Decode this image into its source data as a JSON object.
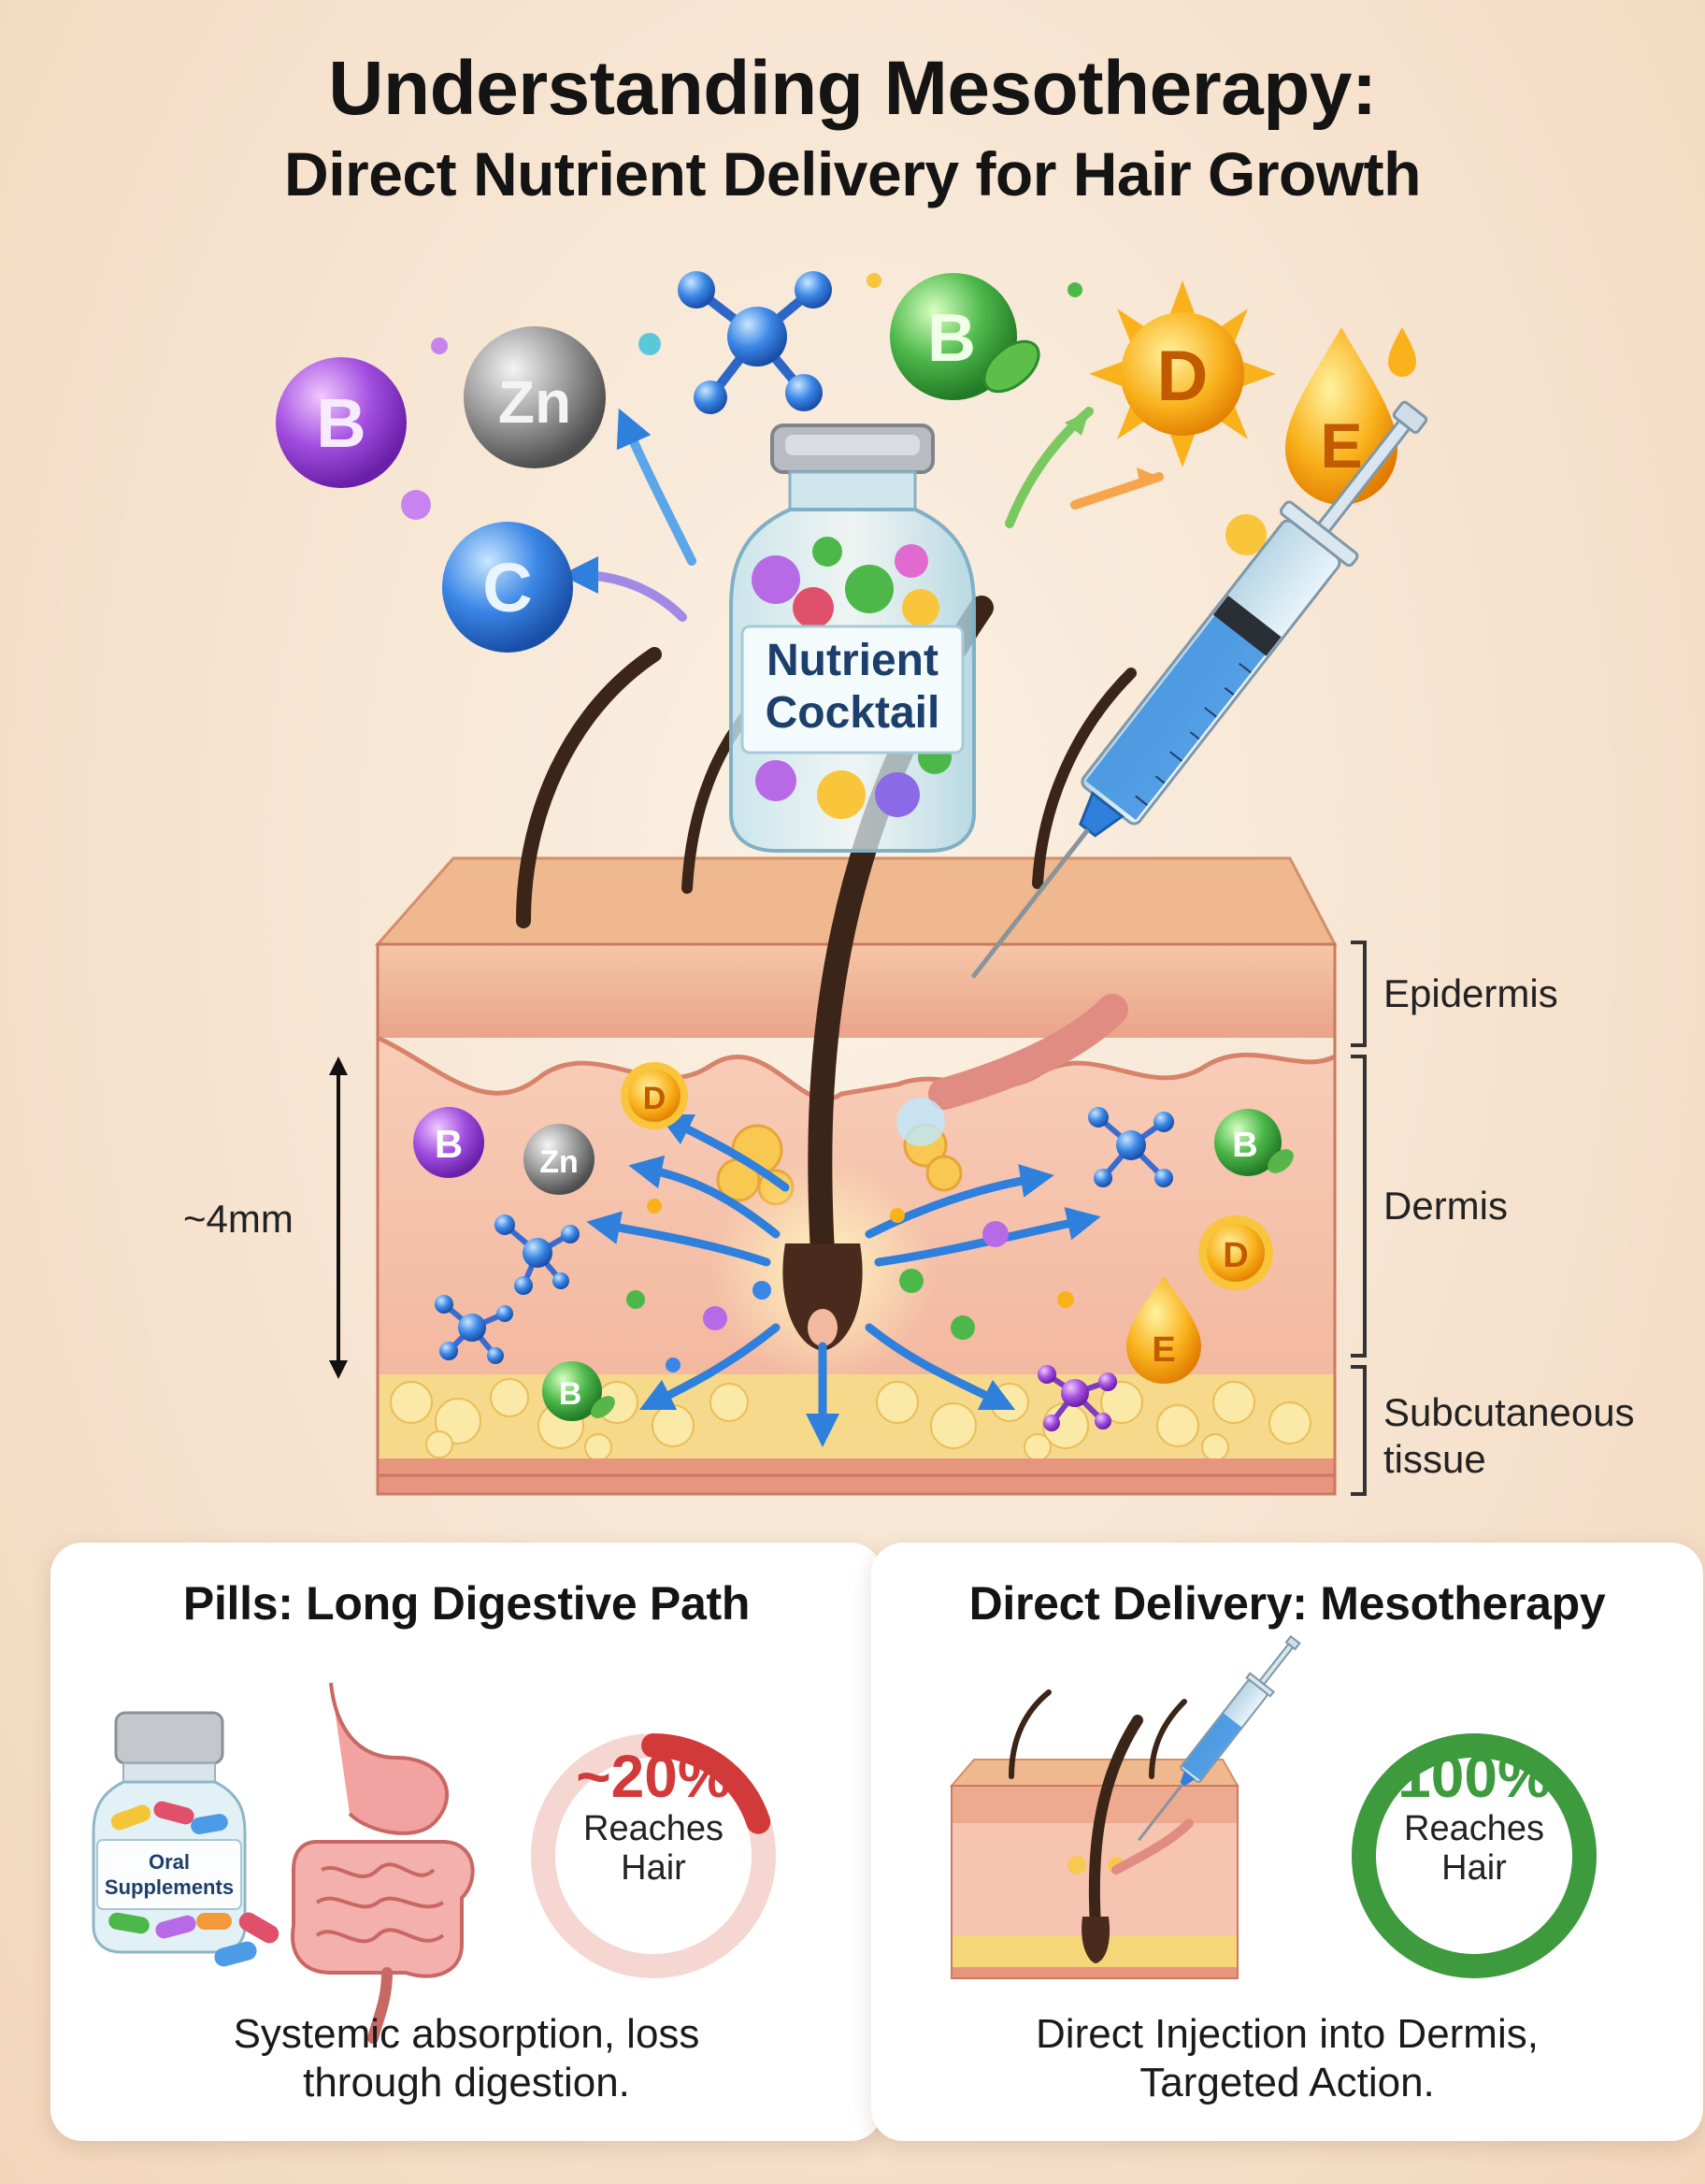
{
  "title": {
    "line1": "Understanding Mesotherapy:",
    "line2": "Direct Nutrient Delivery for Hair Growth"
  },
  "vial": {
    "label_line1": "Nutrient",
    "label_line2": "Cocktail"
  },
  "nutrients": {
    "b": "B",
    "zn": "Zn",
    "c": "C",
    "d": "D",
    "e": "E"
  },
  "layers": {
    "epidermis": "Epidermis",
    "dermis": "Dermis",
    "subcutaneous_line1": "Subcutaneous",
    "subcutaneous_line2": "tissue"
  },
  "depth_label": "~4mm",
  "cards": {
    "pills": {
      "title": "Pills: Long Digestive Path",
      "bottle_line1": "Oral",
      "bottle_line2": "Supplements",
      "percent": "~20%",
      "percent_value": 20,
      "reach_line1": "Reaches",
      "reach_line2": "Hair",
      "desc_line1": "Systemic absorption, loss",
      "desc_line2": "through digestion.",
      "color": "#d23a3a"
    },
    "direct": {
      "title": "Direct Delivery: Mesotherapy",
      "percent": "100%",
      "percent_value": 100,
      "reach_line1": "Reaches",
      "reach_line2": "Hair",
      "desc_line1": "Direct Injection into Dermis,",
      "desc_line2": "Targeted Action.",
      "color": "#3d9a3d"
    }
  },
  "colors": {
    "epidermis": "#f2b49c",
    "dermis": "#f6c4b0",
    "fat": "#f5d77a",
    "hair": "#3b2418",
    "serum": "#3a8fe0"
  }
}
